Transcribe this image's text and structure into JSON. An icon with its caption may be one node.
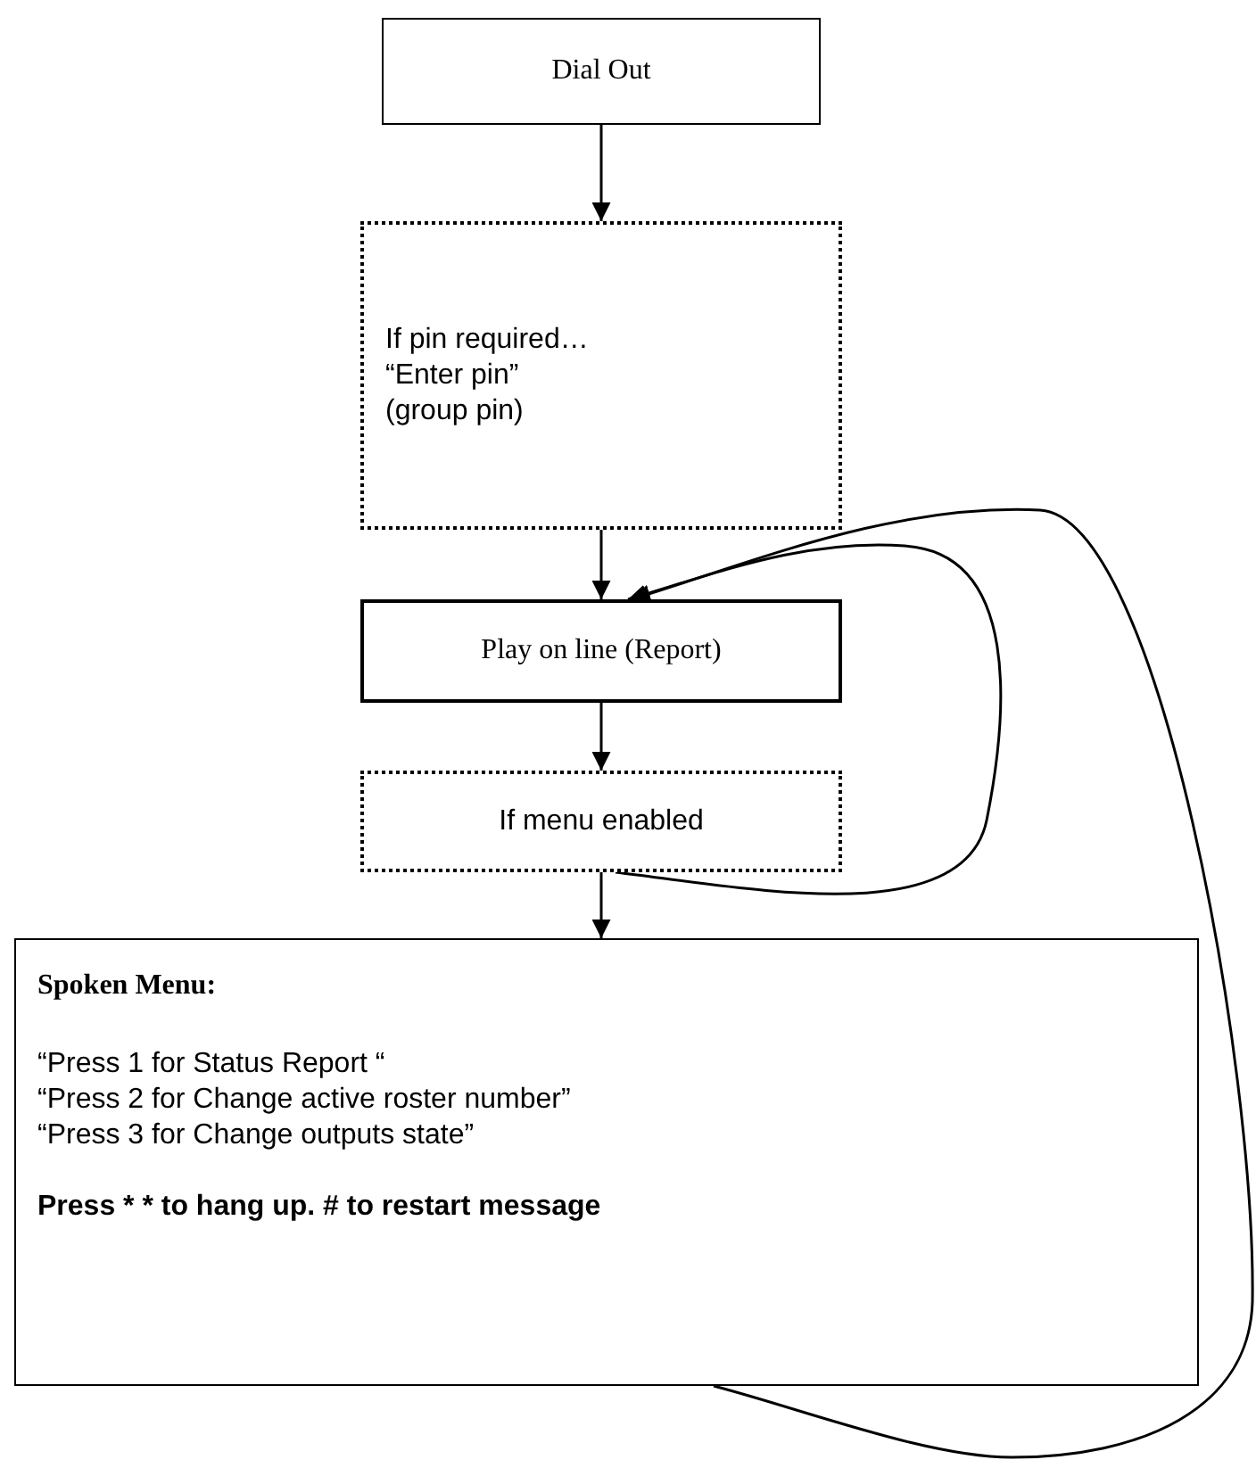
{
  "diagram": {
    "nodes": [
      {
        "text": [
          "Dial Out"
        ]
      },
      {
        "text": [
          "If pin required…",
          "“Enter pin”",
          "(group pin)"
        ]
      },
      {
        "text": [
          "Play on line (Report)"
        ]
      },
      {
        "text": [
          "If menu enabled"
        ]
      },
      {
        "text": [
          "Spoken Menu:",
          "“Press 1 for Status Report “",
          "“Press 2 for Change active roster number”",
          "“Press 3 for Change outputs state”",
          "Press * * to hang up. # to restart message"
        ]
      }
    ],
    "edges": [
      {
        "from": 0,
        "to": 1,
        "arrow": "to"
      },
      {
        "from": 1,
        "to": 2,
        "arrow": "to"
      },
      {
        "from": 2,
        "to": 3,
        "arrow": "to"
      },
      {
        "from": 3,
        "to": 4,
        "arrow": "to"
      },
      {
        "from": 3,
        "to": 2,
        "arrow": "to"
      },
      {
        "from": 4,
        "to": 2,
        "arrow": "to"
      }
    ]
  }
}
